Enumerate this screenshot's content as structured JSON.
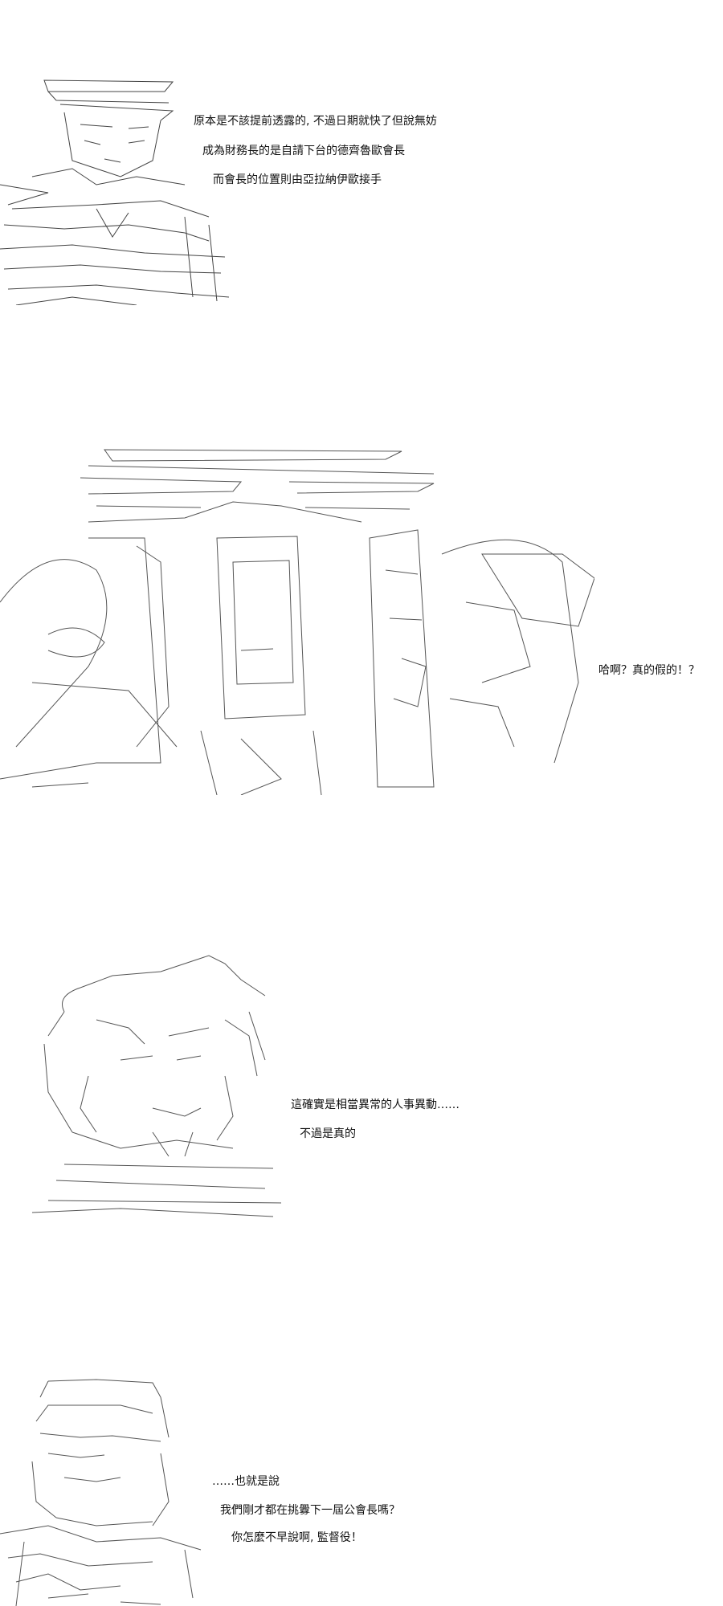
{
  "panels": [
    {
      "lines": [
        "原本是不該提前透露的, 不過日期就快了但說無妨",
        "成為財務長的是自請下台的德齊魯歐會長",
        "而會長的位置則由亞拉納伊歐接手"
      ]
    },
    {
      "lines": [
        "哈啊？真的假的！？"
      ]
    },
    {
      "lines": [
        "這確實是相當異常的人事異動……",
        "不過是真的"
      ]
    },
    {
      "lines": [
        "……也就是說",
        "我們剛才都在挑釁下一屆公會長嗎？",
        "你怎麼不早說啊, 監督役！"
      ]
    }
  ]
}
